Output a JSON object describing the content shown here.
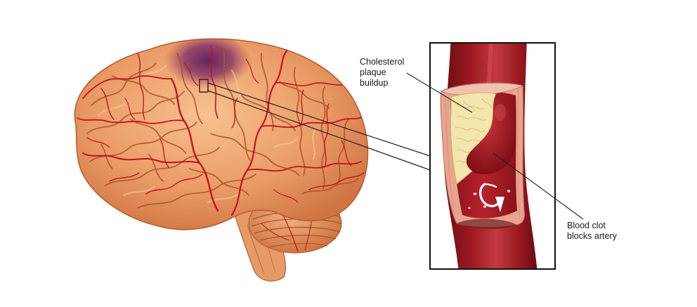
{
  "labels": {
    "cholesterol": [
      "Cholesterol",
      "plaque",
      "buildup"
    ],
    "clot": [
      "Blood clot",
      "blocks artery"
    ]
  },
  "colors": {
    "brain_fill": "#e99a66",
    "brain_light": "#f4b887",
    "brain_shadow": "#c8703f",
    "vessel": "#c4121e",
    "stroke_region": "#7a2a6a",
    "artery_dark": "#7e1117",
    "artery": "#a81c24",
    "artery_highlight": "#cf4a4f",
    "artery_wall": "#e8a08e",
    "plaque": "#f2e4a8",
    "plaque_vein": "#d9c277",
    "clot": "#8f0f16",
    "inset_border": "#111111",
    "pointer_line": "#222222"
  },
  "icons": {
    "flow_arrow": "curved-arrow-icon"
  }
}
